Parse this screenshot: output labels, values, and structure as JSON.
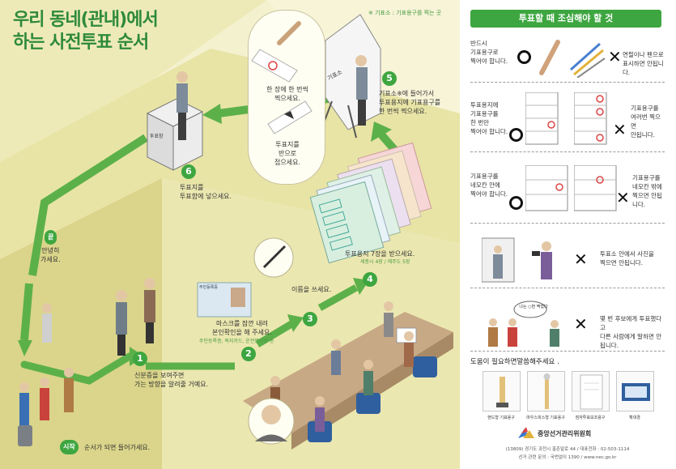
{
  "poster": {
    "title_line1": "우리 동네(관내)에서",
    "title_line2": "하는 사전투표 순서",
    "top_note": "※ 기표소 : 기표용구를 찍는 곳",
    "start_badge": "시작",
    "start_text": "순서가 되면 들어가세요.",
    "end_badge": "끝",
    "end_text_1": "안녕히",
    "end_text_2": "가세요.",
    "steps": [
      {
        "num": "1",
        "line1": "신분증을 보여주면",
        "line2": "가는 방향을 알려줄 거예요."
      },
      {
        "num": "2",
        "line1": "마스크를 잠깐 내려",
        "line2": "본인확인을 해 주세요.",
        "sub": "주민등록증, 복지카드, 운전면허증 등"
      },
      {
        "num": "3",
        "line1": "이름을 쓰세요."
      },
      {
        "num": "4",
        "line1": "투표용지 7장을 받으세요.",
        "sub": "세종시 4장 / 제주도 5장"
      },
      {
        "num": "5",
        "line1": "기표소※에 들어가서",
        "line2": "투표용지에 기표용구를",
        "line3": "한 번씩 찍으세요."
      },
      {
        "num": "6",
        "line1": "투표지를",
        "line2": "투표함에 넣으세요."
      }
    ],
    "callout_stamp_1": "한 장에 한 번씩",
    "callout_stamp_2": "찍으세요.",
    "callout_fold_1": "투표지를",
    "callout_fold_2": "반으로",
    "callout_fold_3": "접으세요.",
    "booth_sign": "기표소",
    "ballot_box_sign": "투표함",
    "id_card_title": "주민등록증"
  },
  "panel": {
    "header": "투표할 때 조심해야 할 것",
    "rows": [
      {
        "left_1": "반드시",
        "left_2": "기표용구로",
        "left_3": "찍어야 합니다.",
        "right_1": "연필이나 펜으로",
        "right_2": "표시하면 안됩니다."
      },
      {
        "left_1": "투표용지에",
        "left_2": "기표용구를",
        "left_3": "한 번만",
        "left_4": "찍어야 합니다.",
        "right_1": "기표용구를",
        "right_2": "여러번 찍으면",
        "right_3": "안됩니다."
      },
      {
        "left_1": "기표용구를",
        "left_2": "네모칸 안에",
        "left_3": "찍어야 합니다.",
        "right_1": "기표용구를",
        "right_2": "네모칸 밖에",
        "right_3": "찍으면 안됩니다."
      },
      {
        "right_1": "투표소 안에서 사진을",
        "right_2": "찍으면 안됩니다."
      },
      {
        "right_1": "몇 번 후보에게 투표했다고",
        "right_2": "다른 사람에게 말하면 안됩니다.",
        "bubble": "나는 ○번 찍었다"
      }
    ],
    "help_title": "도움이 필요하면말씀해주세요 .",
    "tools": [
      "핸드형 기표용구",
      "마우스피스형 기표용구",
      "점자투표보조용구",
      "확대경"
    ],
    "org_name": "중앙선거관리위원회",
    "address": "(13809) 경기도 과천시 홍촌말로 44 / 대표전화 : 02-503-1114",
    "contact": "선거 관련 문의 : 국번없이 1390 / www.nec.go.kr"
  },
  "colors": {
    "green": "#3ea640",
    "title_green": "#2e8a3a",
    "poster_bg": "#f4f1cf",
    "path_green": "#5cb04a"
  }
}
